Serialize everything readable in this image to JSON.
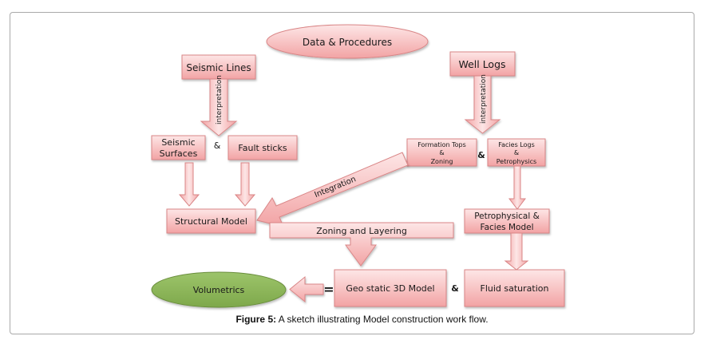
{
  "title_node": "Data & Procedures",
  "nodes": {
    "seismic_lines": "Seismic Lines",
    "well_logs": "Well Logs",
    "seismic_surfaces": [
      "Seismic",
      "Surfaces"
    ],
    "fault_sticks": "Fault sticks",
    "formation_tops": [
      "Formation Tops",
      "&",
      "Zoning"
    ],
    "facies_logs": [
      "Facies Logs",
      "&",
      "Petrophysics"
    ],
    "structural_model": "Structural Model",
    "petrophysical_model": [
      "Petrophysical &",
      "Facies Model"
    ],
    "geo_static_model": "Geo static 3D Model",
    "fluid_saturation": "Fluid saturation",
    "volumetrics": "Volumetrics"
  },
  "connectors": {
    "interpretation_left": "interpretation",
    "interpretation_right": "interpretation",
    "integration": "Integration",
    "zoning_layering": "Zoning and Layering",
    "amp_seismic": "&",
    "amp_formation": "&",
    "amp_geo": "&",
    "equals": "="
  },
  "colors": {
    "box_fill_top": "#fde3e3",
    "box_fill_bottom": "#f4a7a8",
    "box_stroke": "#d98586",
    "volumetrics_fill": "#8db65a",
    "volumetrics_stroke": "#6b8e3d"
  },
  "caption": {
    "label": "Figure 5:",
    "text": " A sketch illustrating Model construction work flow."
  }
}
